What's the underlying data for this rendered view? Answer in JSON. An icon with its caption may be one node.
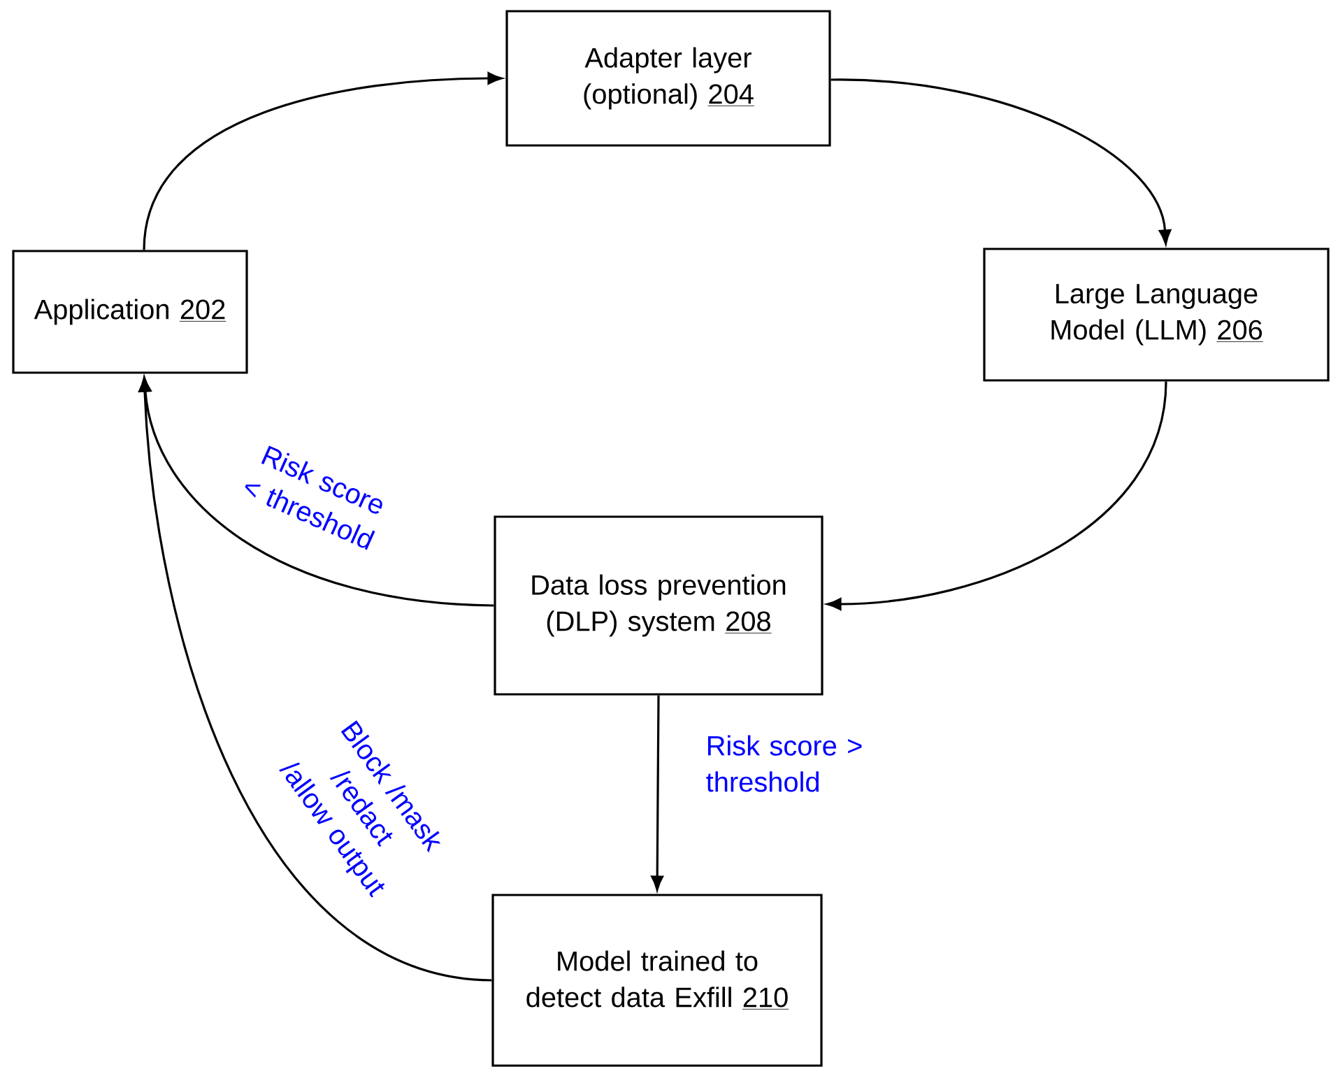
{
  "diagram": {
    "nodes": [
      {
        "text": [
          "Application",
          "202"
        ]
      },
      {
        "text": [
          "Adapter layer (optional)",
          "204"
        ]
      },
      {
        "text": [
          "Large Language Model (LLM)",
          "206"
        ]
      },
      {
        "text": [
          "Data loss prevention (DLP) system",
          "208"
        ]
      },
      {
        "text": [
          "Model trained to detect data Exfill",
          "210"
        ]
      }
    ],
    "edges": [
      {
        "from": 0,
        "to": 1,
        "arrow": "to"
      },
      {
        "from": 1,
        "to": 2,
        "arrow": "to"
      },
      {
        "from": 2,
        "to": 3,
        "arrow": "to"
      },
      {
        "from": 3,
        "to": 0,
        "arrow": "to",
        "label": "Risk score < threshold"
      },
      {
        "from": 3,
        "to": 4,
        "arrow": "to",
        "label": "Risk score > threshold"
      },
      {
        "from": 4,
        "to": 0,
        "arrow": "to",
        "label": "Block /mask /redact /allow output"
      }
    ]
  }
}
